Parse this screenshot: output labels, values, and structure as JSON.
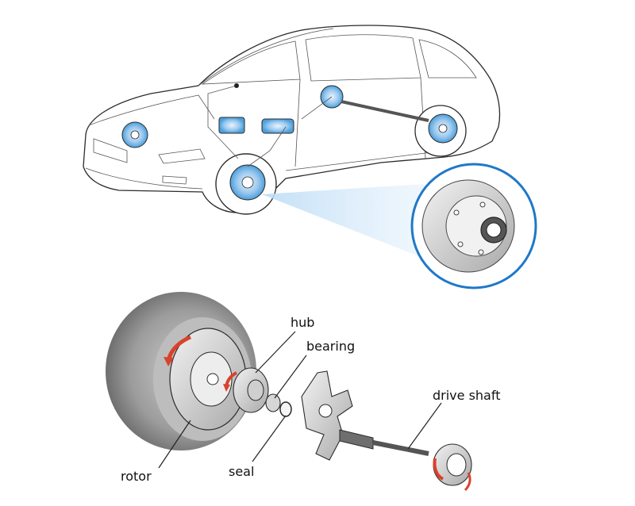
{
  "labels": {
    "hub": "hub",
    "bearing": "bearing",
    "drive_shaft": "drive shaft",
    "rotor": "rotor",
    "seal": "seal"
  },
  "colors": {
    "highlight_blue": "#2f8fd6",
    "callout_ring": "#1f78c8",
    "arrow_red": "#d9422b",
    "tire_gray": "#8c8c8c"
  }
}
